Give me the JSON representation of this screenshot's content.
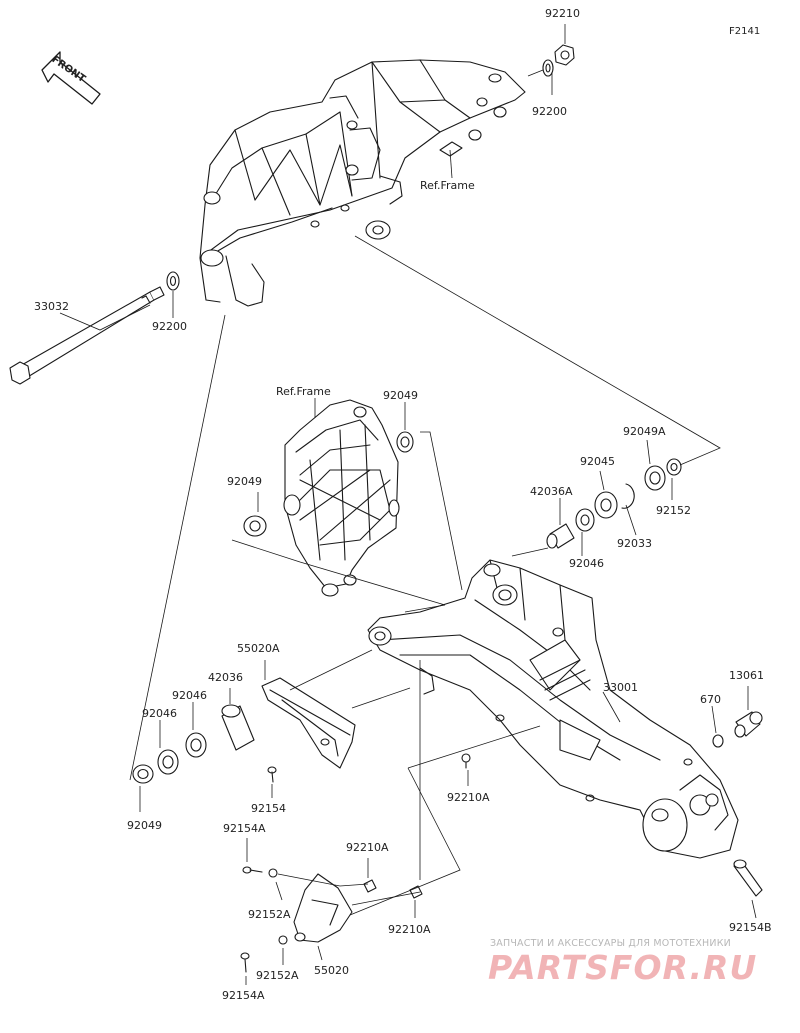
{
  "figure_code": "F2141",
  "front_label": "FRONT",
  "labels": {
    "p92210_top": "92210",
    "p92200_top": "92200",
    "ref_frame_top": "Ref.Frame",
    "p33032": "33032",
    "p92200_left": "92200",
    "ref_frame_mid": "Ref.Frame",
    "p92049_top": "92049",
    "p92049_left": "92049",
    "p92049A": "92049A",
    "p92045": "92045",
    "p42036A": "42036A",
    "p92152_right": "92152",
    "p92033": "92033",
    "p92046_right": "92046",
    "p55020A": "55020A",
    "p42036": "42036",
    "p92046_a": "92046",
    "p92046_b": "92046",
    "p92049_bottom": "92049",
    "p33001": "33001",
    "p13061": "13061",
    "p670": "670",
    "p92154": "92154",
    "p92210A_mid": "92210A",
    "p92154A_top": "92154A",
    "p92210A_low": "92210A",
    "p92152A_top": "92152A",
    "p92210A_bottom": "92210A",
    "p92152A_bottom": "92152A",
    "p55020": "55020",
    "p92154A_bottom": "92154A",
    "p92154B": "92154B"
  },
  "watermark": {
    "caption": "ЗАПЧАСТИ И АКСЕССУАРЫ ДЛЯ МОТОТЕХНИКИ",
    "logo": "PARTSFOR.RU"
  }
}
